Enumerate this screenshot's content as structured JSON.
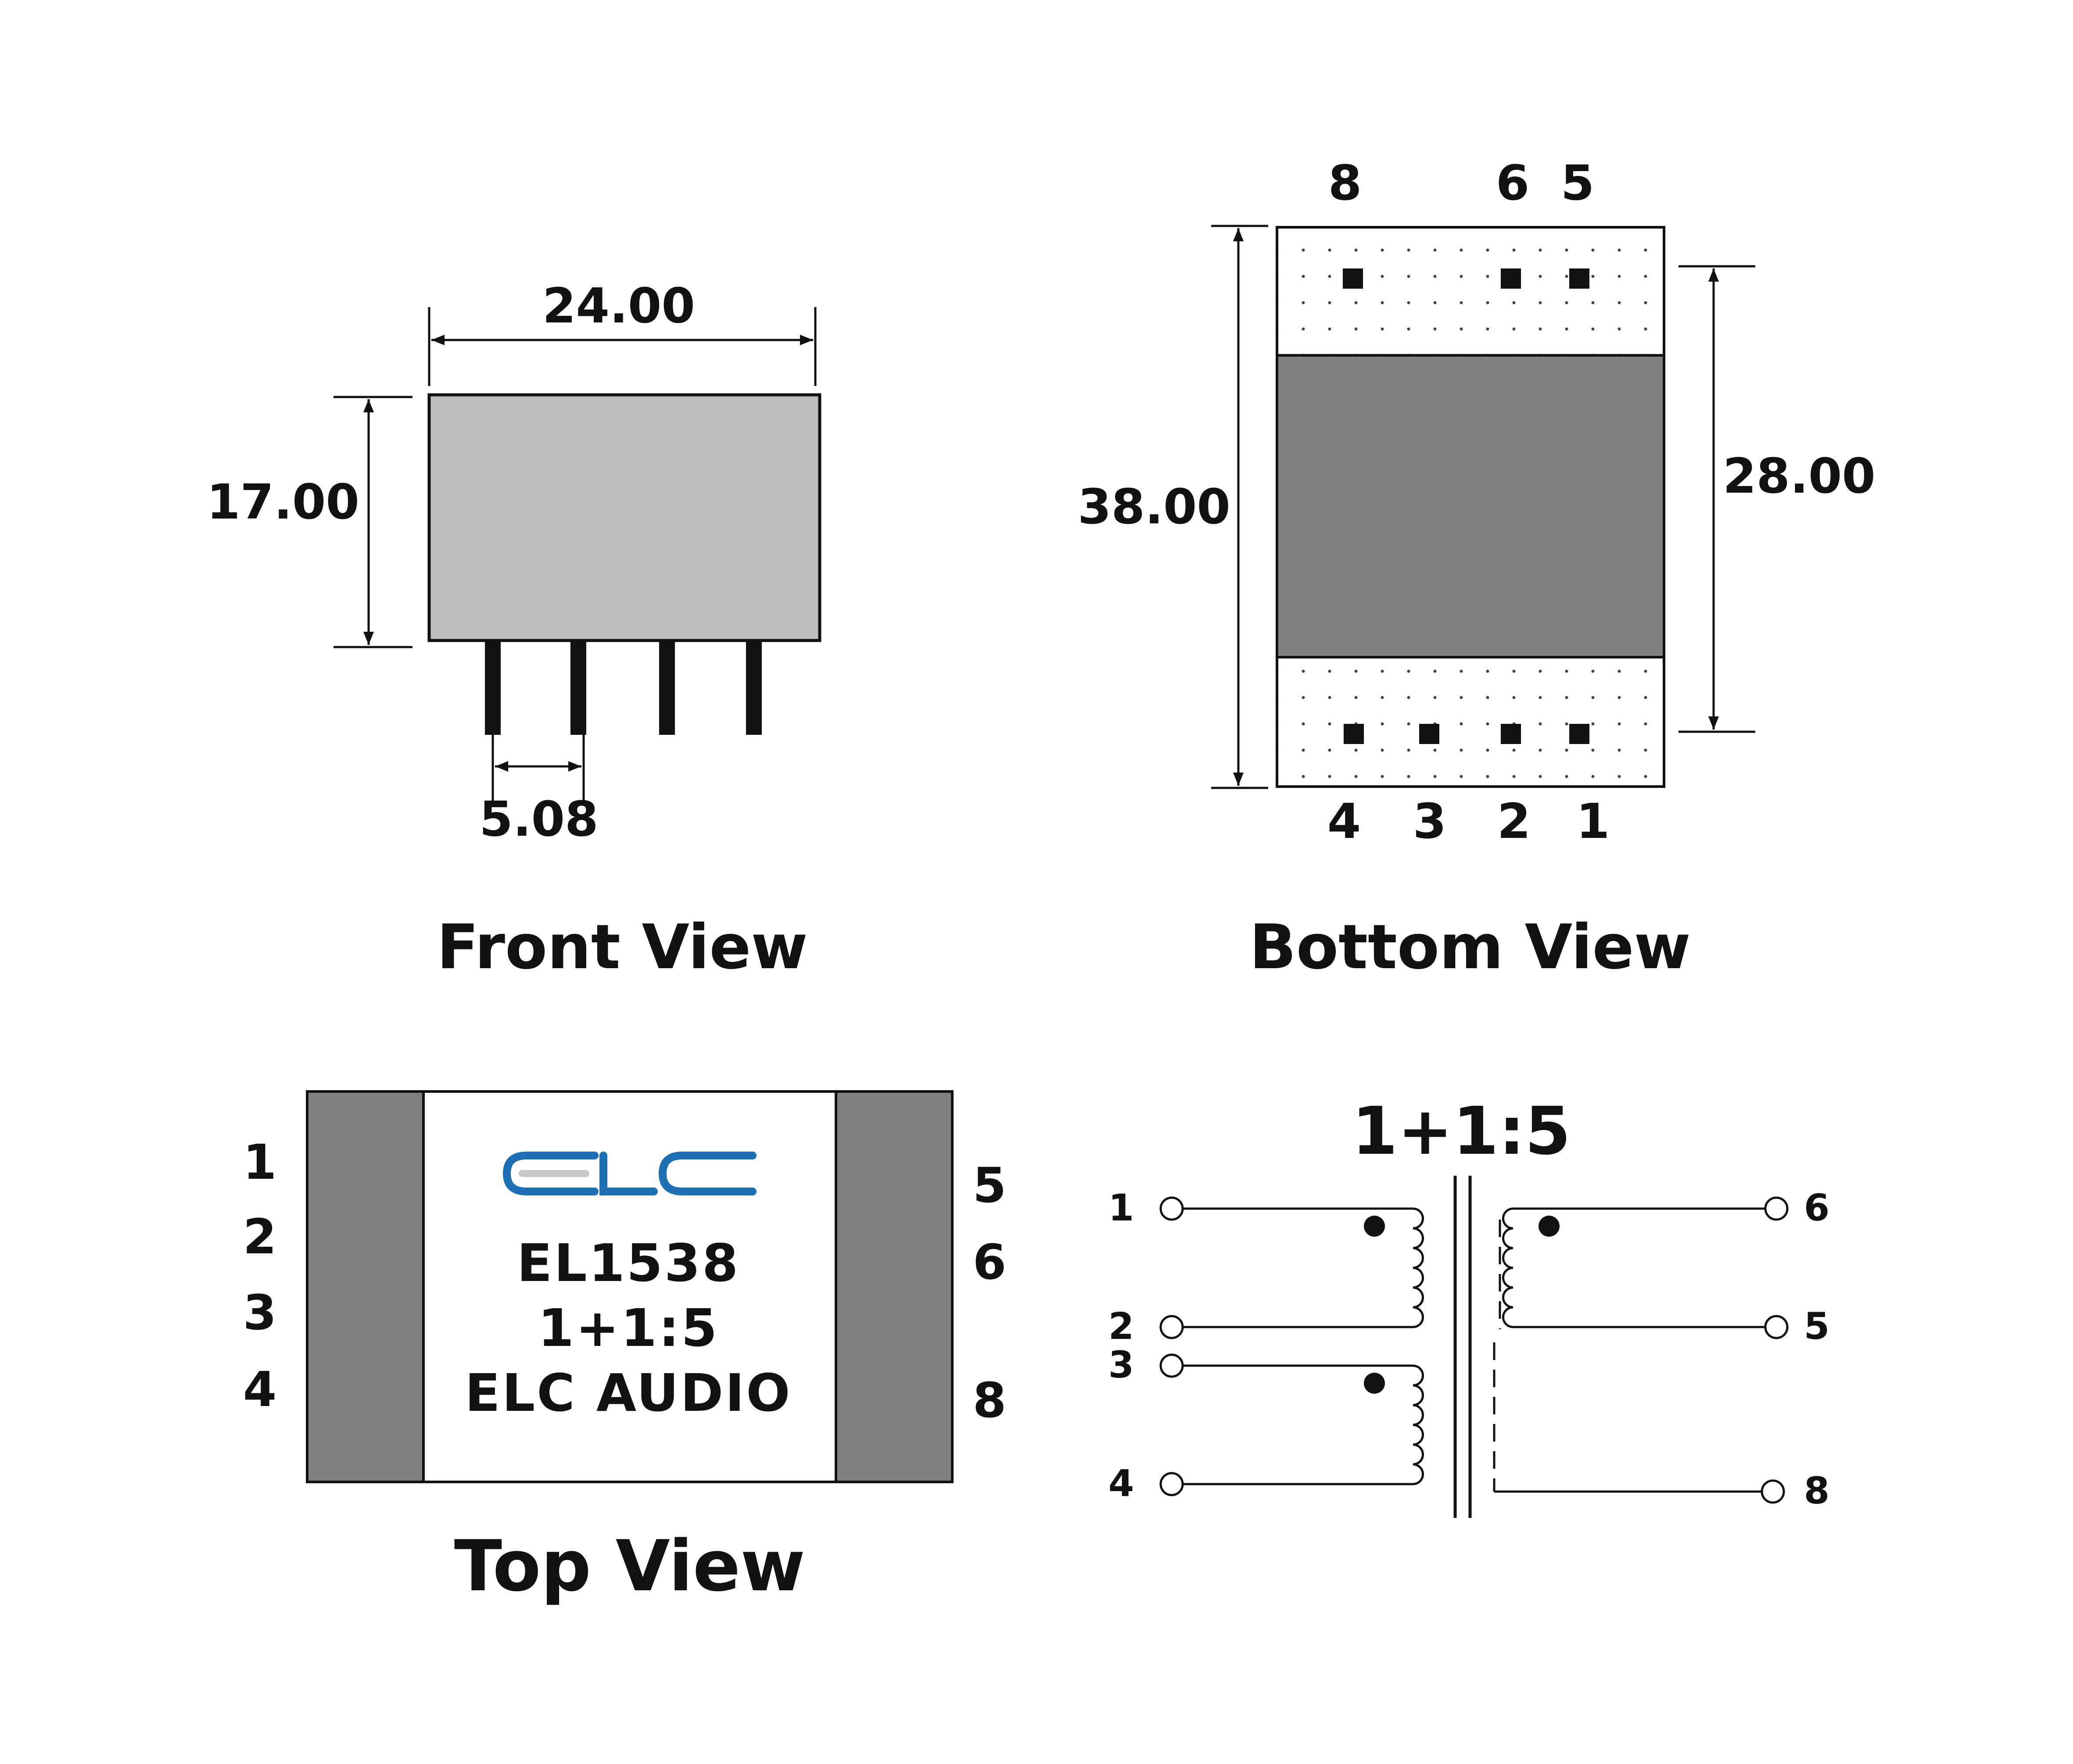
{
  "colors": {
    "body_light": "#bebebe",
    "core_dark": "#808080",
    "outline": "#111111",
    "logo_blue": "#1f6fb5"
  },
  "front_view": {
    "title": "Front View",
    "width_dim": "24.00",
    "height_dim": "17.00",
    "pitch_dim": "5.08"
  },
  "bottom_view": {
    "title": "Bottom View",
    "overall_dim": "38.00",
    "pin_row_dim": "28.00",
    "top_pin_labels": [
      "8",
      "6",
      "5"
    ],
    "bottom_pin_labels": [
      "4",
      "3",
      "2",
      "1"
    ]
  },
  "top_view": {
    "title": "Top View",
    "left_pins": [
      "1",
      "2",
      "3",
      "4"
    ],
    "right_pins": [
      "5",
      "6",
      "8"
    ],
    "logo": "elc-logo-icon",
    "model": "EL1538",
    "ratio": "1+1:5",
    "brand": "ELC AUDIO"
  },
  "schematic": {
    "ratio": "1+1:5",
    "primary_pins": [
      "1",
      "2",
      "3",
      "4"
    ],
    "secondary_pins": [
      "6",
      "5",
      "8"
    ]
  }
}
